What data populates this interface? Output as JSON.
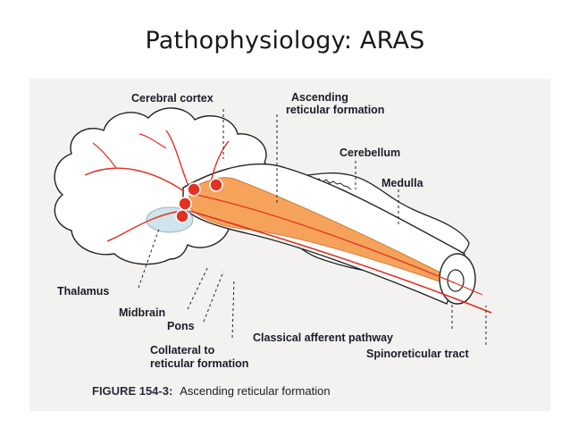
{
  "slide": {
    "title": "Pathophysiology:  ARAS"
  },
  "figure": {
    "labels": {
      "cerebral_cortex": "Cerebral cortex",
      "ascending_line1": "Ascending",
      "ascending_line2": "reticular formation",
      "cerebellum": "Cerebellum",
      "medulla": "Medulla",
      "thalamus": "Thalamus",
      "midbrain": "Midbrain",
      "pons": "Pons",
      "collateral_line1": "Collateral to",
      "collateral_line2": "reticular formation",
      "classical_afferent": "Classical afferent pathway",
      "spinoreticular": "Spinoreticular tract"
    },
    "caption": {
      "figure_number": "FIGURE 154-3:",
      "text": "Ascending reticular formation"
    },
    "colors": {
      "reticular_fill": "#f5a35a",
      "pathway_red": "#e4301f",
      "outline": "#222222",
      "panel_bg": "#f4f2f0",
      "thalamus_tint": "#cfe4ec"
    }
  }
}
